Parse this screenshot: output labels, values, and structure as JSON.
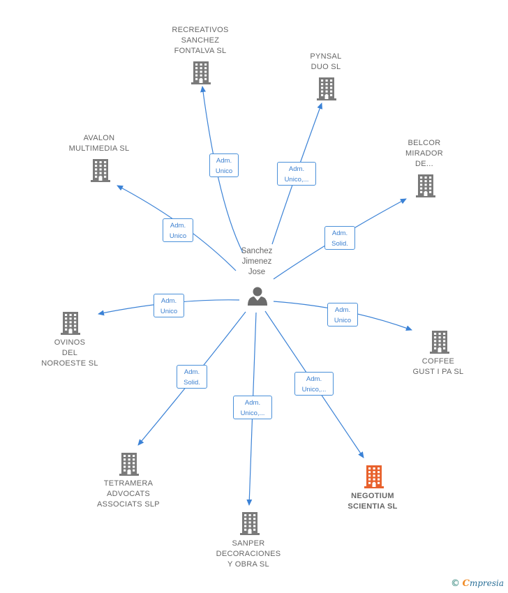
{
  "center": {
    "lines": [
      "Sanchez",
      "Jimenez",
      "Jose"
    ]
  },
  "nodes": [
    {
      "id": "recreativos",
      "lines": [
        "RECREATIVOS",
        "SANCHEZ",
        "FONTALVA  SL"
      ],
      "highlight": false
    },
    {
      "id": "pynsal",
      "lines": [
        "PYNSAL",
        "DUO  SL"
      ],
      "highlight": false
    },
    {
      "id": "avalon",
      "lines": [
        "AVALON",
        "MULTIMEDIA SL"
      ],
      "highlight": false
    },
    {
      "id": "belcor",
      "lines": [
        "BELCOR",
        "MIRADOR",
        "DE..."
      ],
      "highlight": false
    },
    {
      "id": "ovinos",
      "lines": [
        "OVINOS",
        "DEL",
        "NOROESTE SL"
      ],
      "highlight": false
    },
    {
      "id": "coffee",
      "lines": [
        "COFFEE",
        "GUST I PA  SL"
      ],
      "highlight": false
    },
    {
      "id": "tetramera",
      "lines": [
        "TETRAMERA",
        "ADVOCATS",
        "ASSOCIATS SLP"
      ],
      "highlight": false
    },
    {
      "id": "sanper",
      "lines": [
        "SANPER",
        "DECORACIONES",
        "Y OBRA SL"
      ],
      "highlight": false
    },
    {
      "id": "negotium",
      "lines": [
        "NEGOTIUM",
        "SCIENTIA  SL"
      ],
      "highlight": true
    }
  ],
  "edges": [
    {
      "to": "recreativos",
      "lines": [
        "Adm.",
        "Unico"
      ]
    },
    {
      "to": "pynsal",
      "lines": [
        "Adm.",
        "Unico,..."
      ]
    },
    {
      "to": "avalon",
      "lines": [
        "Adm.",
        "Unico"
      ]
    },
    {
      "to": "belcor",
      "lines": [
        "Adm.",
        "Solid."
      ]
    },
    {
      "to": "ovinos",
      "lines": [
        "Adm.",
        "Unico"
      ]
    },
    {
      "to": "coffee",
      "lines": [
        "Adm.",
        "Unico"
      ]
    },
    {
      "to": "tetramera",
      "lines": [
        "Adm.",
        "Solid."
      ]
    },
    {
      "to": "sanper",
      "lines": [
        "Adm.",
        "Unico,..."
      ]
    },
    {
      "to": "negotium",
      "lines": [
        "Adm.",
        "Unico,..."
      ]
    }
  ],
  "colors": {
    "edge": "#3b82d6",
    "building": "#7a7a7a",
    "building_highlight": "#e8612c",
    "person": "#6b6b6b"
  },
  "brand": {
    "copyright": "©",
    "initial": "C",
    "rest": "mpresia"
  }
}
